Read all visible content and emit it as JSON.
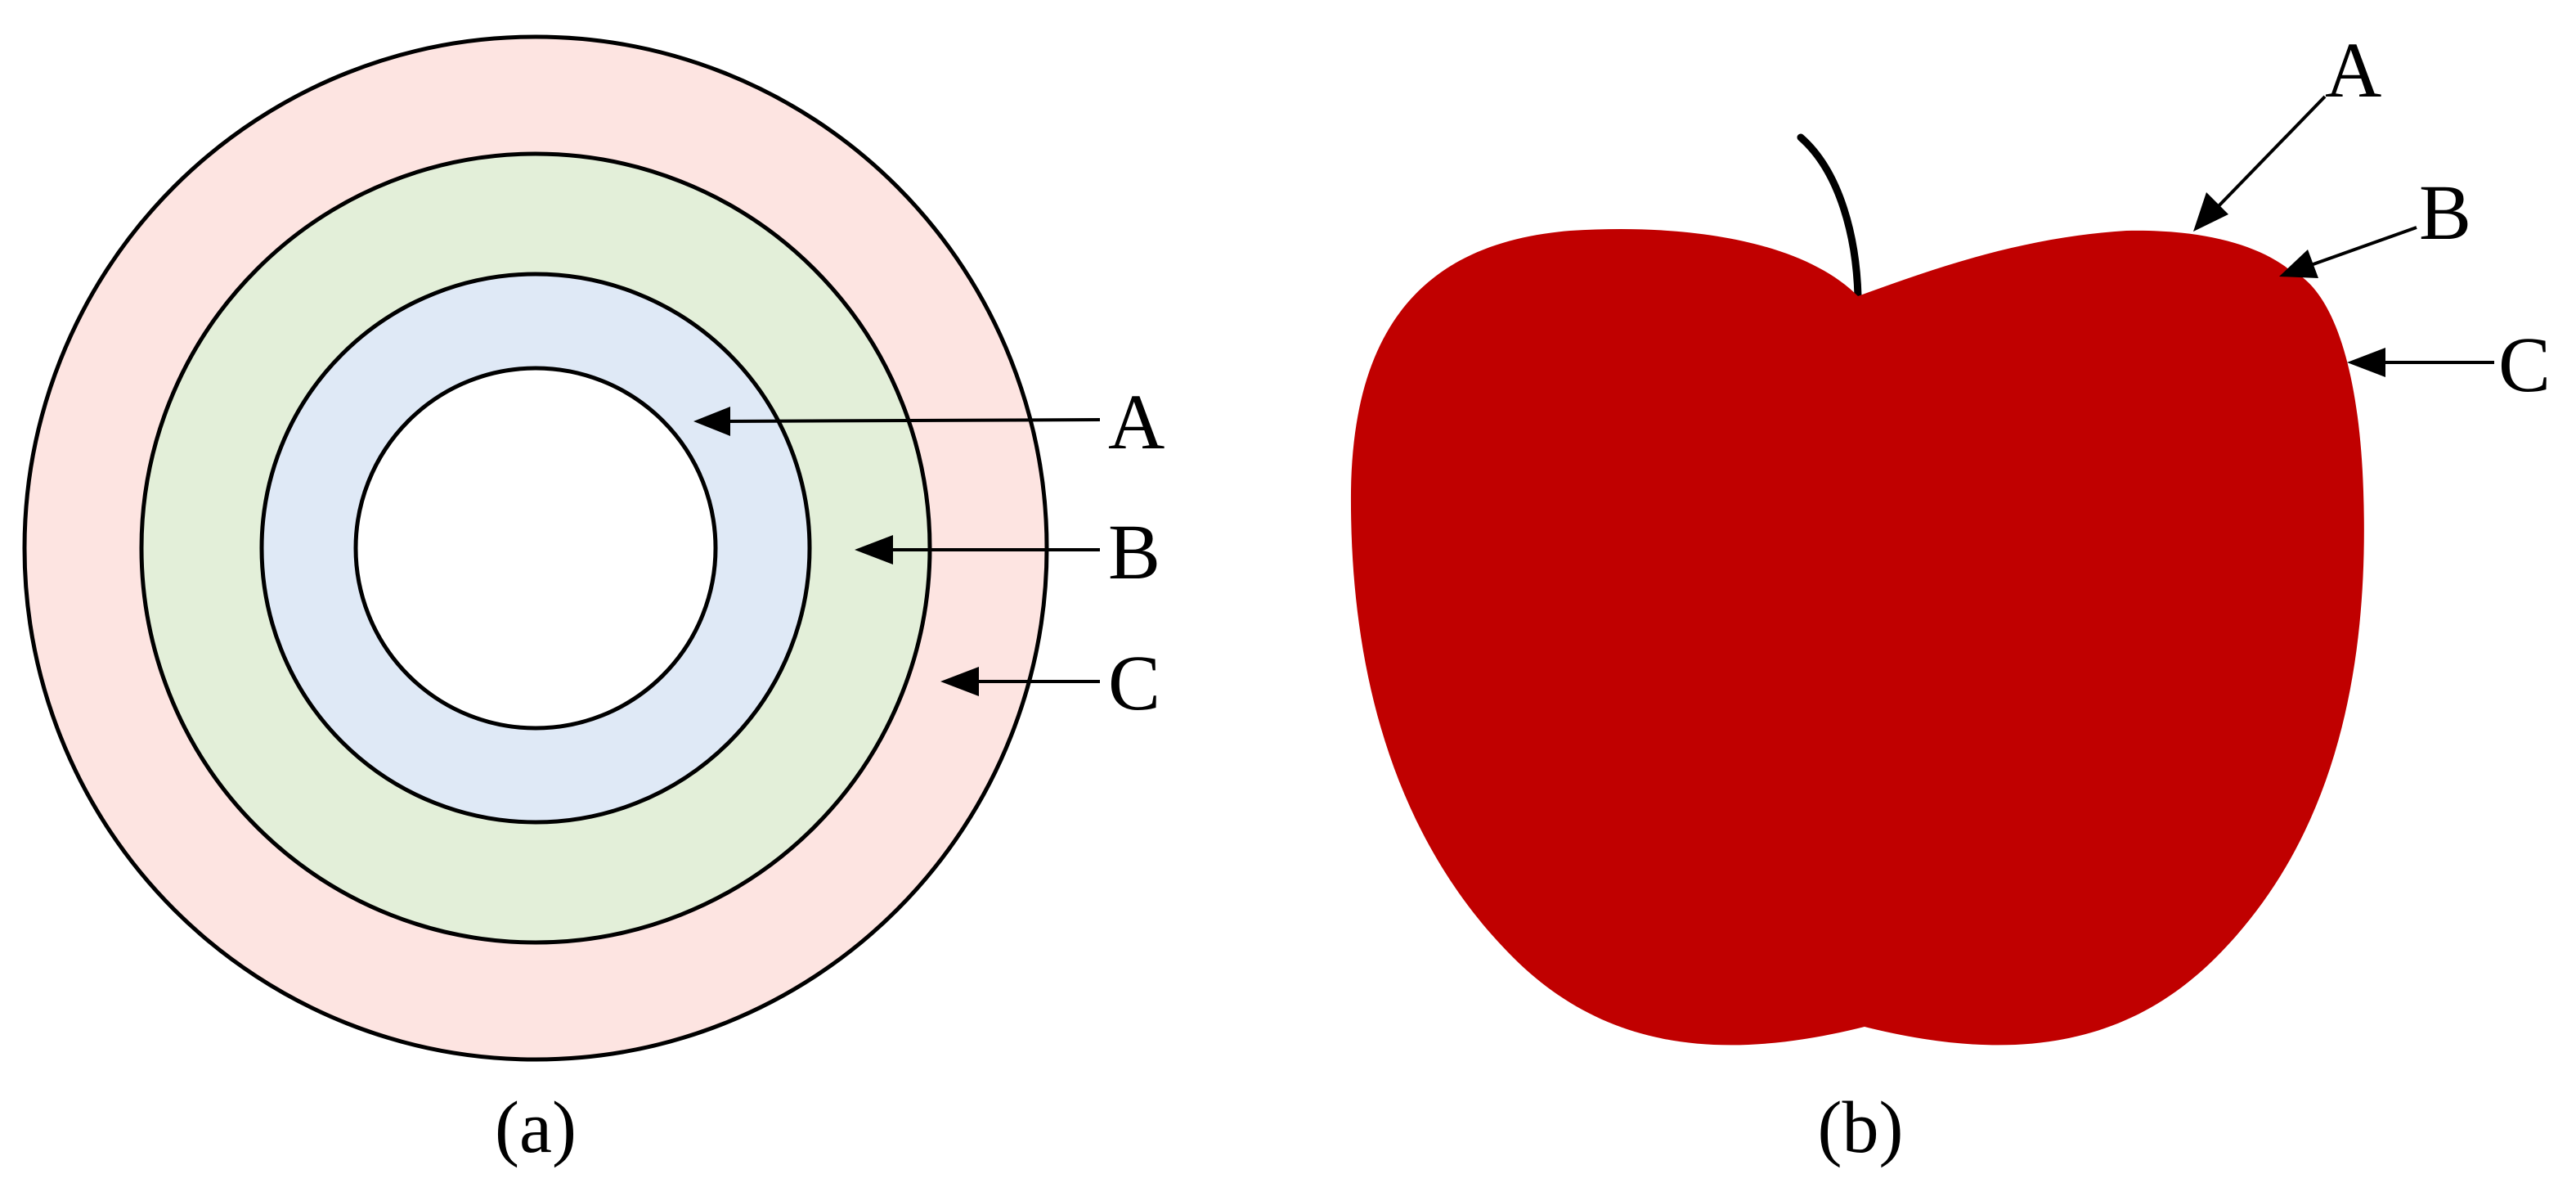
{
  "panel_a": {
    "caption": "(a)",
    "labels": {
      "a": "A",
      "b": "B",
      "c": "C"
    },
    "colors": {
      "outer_ring": "#fde4e1",
      "middle_ring": "#e3efd9",
      "inner_ring": "#dfe9f6",
      "core": "#ffffff",
      "outline": "#000000"
    }
  },
  "panel_b": {
    "caption": "(b)",
    "labels": {
      "a": "A",
      "b": "B",
      "c": "C"
    },
    "colors": {
      "apple": "#c00000",
      "stem": "#000000"
    }
  }
}
